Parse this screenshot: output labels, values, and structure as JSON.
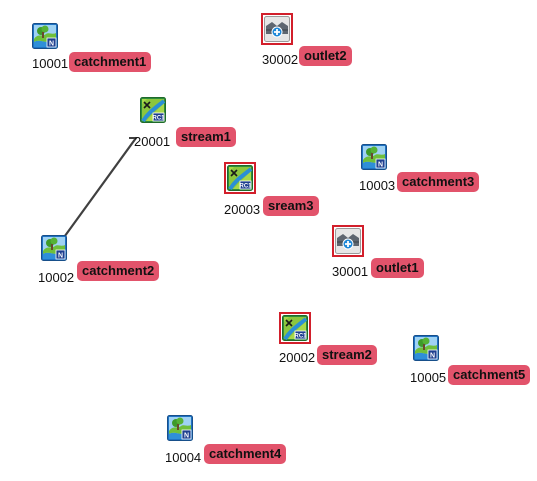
{
  "nodes": [
    {
      "key": "catchment1",
      "type": "catchment",
      "id": "10001",
      "label": "catchment1",
      "selected": false
    },
    {
      "key": "outlet2",
      "type": "outlet",
      "id": "30002",
      "label": "outlet2",
      "selected": true
    },
    {
      "key": "stream1",
      "type": "stream",
      "id": "20001",
      "label": "stream1",
      "selected": false
    },
    {
      "key": "catchment3",
      "type": "catchment",
      "id": "10003",
      "label": "catchment3",
      "selected": false
    },
    {
      "key": "sream3",
      "type": "stream",
      "id": "20003",
      "label": "sream3",
      "selected": true
    },
    {
      "key": "catchment2",
      "type": "catchment",
      "id": "10002",
      "label": "catchment2",
      "selected": false
    },
    {
      "key": "outlet1",
      "type": "outlet",
      "id": "30001",
      "label": "outlet1",
      "selected": true
    },
    {
      "key": "stream2",
      "type": "stream",
      "id": "20002",
      "label": "stream2",
      "selected": true
    },
    {
      "key": "catchment5",
      "type": "catchment",
      "id": "10005",
      "label": "catchment5",
      "selected": false
    },
    {
      "key": "catchment4",
      "type": "catchment",
      "id": "10004",
      "label": "catchment4",
      "selected": false
    }
  ],
  "links": [
    {
      "from": "catchment2",
      "to": "stream1"
    }
  ],
  "icons": {
    "catchment": "catchment-icon",
    "stream": "stream-icon",
    "outlet": "outlet-icon"
  },
  "colors": {
    "label_bg": "#e2536b",
    "selection": "#d21f2b",
    "link": "#404040"
  }
}
